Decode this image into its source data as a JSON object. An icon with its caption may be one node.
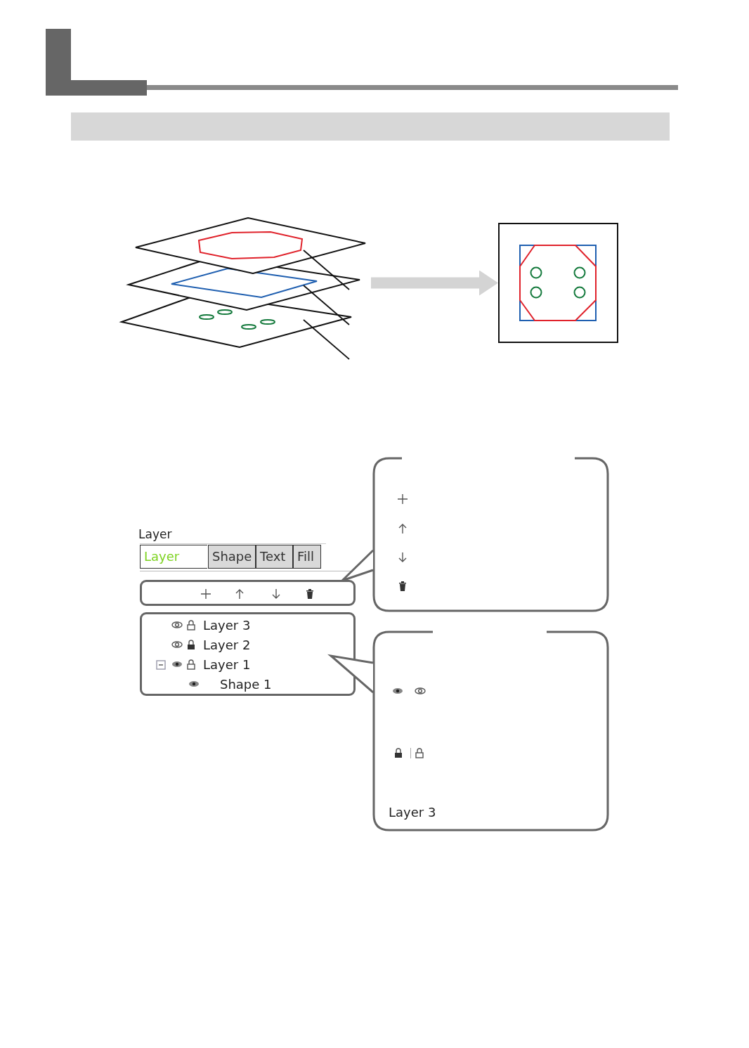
{
  "diagram": {
    "nodes": [
      {
        "text": [],
        "shape": "box"
      },
      {
        "text": [
          "Layer 3",
          "Layer 2",
          "Layer 1",
          "Shape 1"
        ]
      },
      {
        "text": [],
        "shape": "box"
      },
      {
        "text": [
          "Layer 3"
        ]
      },
      {
        "text": [],
        "shape": "picture"
      },
      {
        "text": [],
        "shape": "picture"
      }
    ],
    "edges": [
      {
        "from": 2,
        "to": 0,
        "arrow": "to"
      },
      {
        "from": 3,
        "to": 1,
        "arrow": "to"
      },
      {
        "from": 4,
        "to": 5,
        "arrow": "to",
        "style": "thick",
        "color": "#d4d4d4"
      }
    ],
    "labels": [
      "Layer",
      "Layer",
      "Shape",
      "Text",
      "Fill"
    ]
  }
}
